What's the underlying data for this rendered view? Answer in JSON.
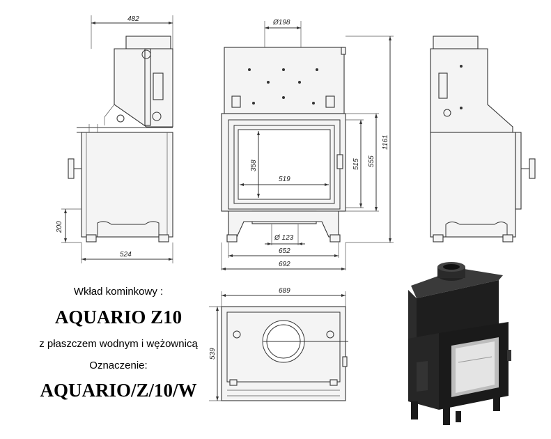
{
  "captions": {
    "line1": "Wkład kominkowy :",
    "model": "AQUARIO Z10",
    "line3": "z płaszczem wodnym i wężownicą",
    "line4": "Oznaczenie:",
    "code": "AQUARIO/Z/10/W"
  },
  "dimensions": {
    "side_depth_top": "482",
    "side_depth_bottom": "524",
    "side_height_base": "200",
    "flue_diameter": "Ø198",
    "glass_height": "358",
    "glass_width": "519",
    "door_height": "515",
    "frame_height": "555",
    "total_height": "1161",
    "inlet_diameter": "Ø 123",
    "base_width": "652",
    "front_width": "692",
    "top_width": "689",
    "top_depth": "539"
  },
  "colors": {
    "line": "#333333",
    "body_fill": "#f4f4f4",
    "stove_black": "#1e1e1e"
  }
}
